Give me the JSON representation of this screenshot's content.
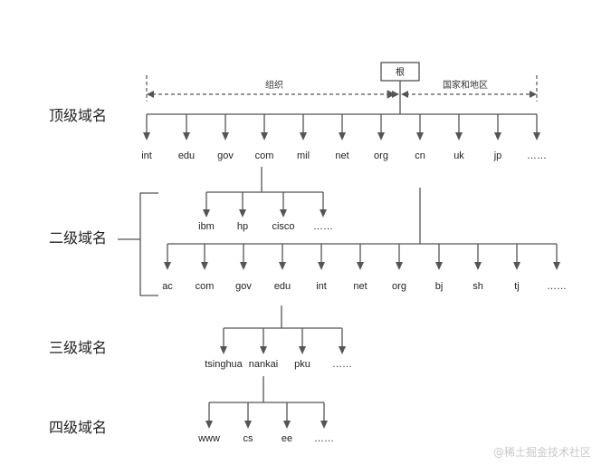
{
  "levels": {
    "top": "顶级域名",
    "second": "二级域名",
    "third": "三级域名",
    "fourth": "四级域名"
  },
  "root_label": "根",
  "top_groups": {
    "organization": "组织",
    "country_region": "国家和地区"
  },
  "top_level_domains": [
    "int",
    "edu",
    "gov",
    "com",
    "mil",
    "net",
    "org",
    "cn",
    "uk",
    "jp",
    "……"
  ],
  "second_level_com": [
    "ibm",
    "hp",
    "cisco",
    "……"
  ],
  "second_level_cn": [
    "ac",
    "com",
    "gov",
    "edu",
    "int",
    "net",
    "org",
    "bj",
    "sh",
    "tj",
    "……"
  ],
  "third_level_edu": [
    "tsinghua",
    "nankai",
    "pku",
    "……"
  ],
  "fourth_level_nankai": [
    "www",
    "cs",
    "ee",
    "……"
  ],
  "watermark": "@稀土掘金技术社区"
}
